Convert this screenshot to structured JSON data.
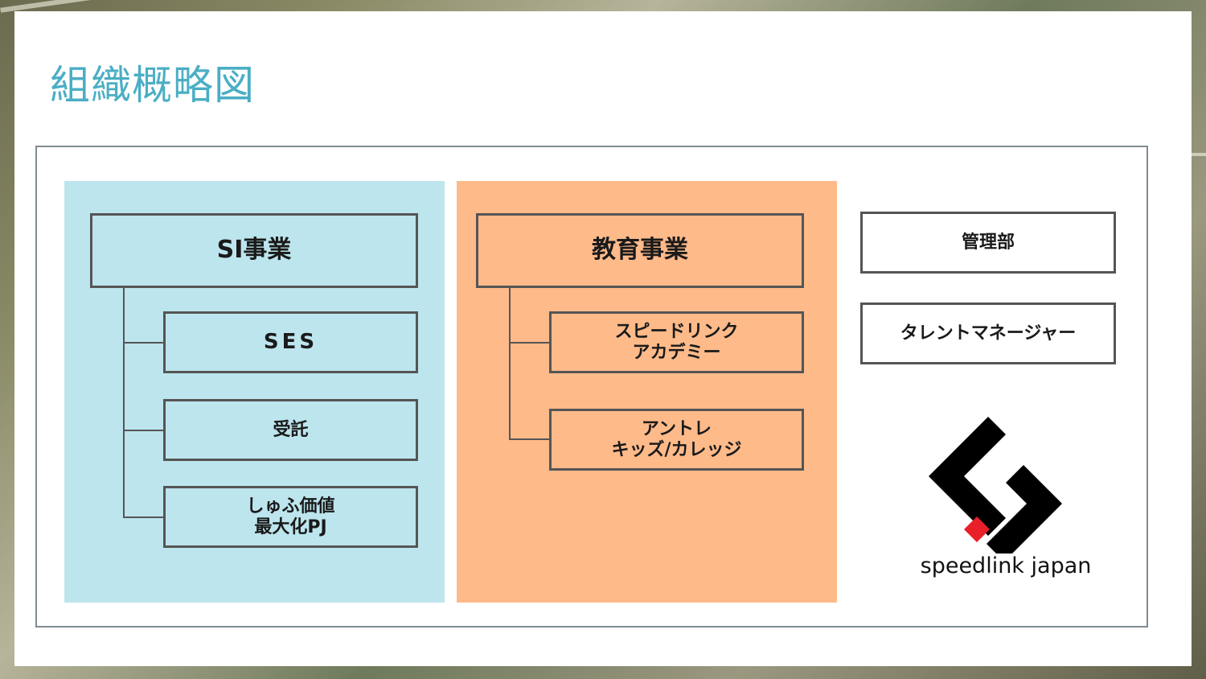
{
  "slide": {
    "title": "組織概略図"
  },
  "si_division": {
    "header": "SI事業",
    "items": [
      {
        "label": "SES"
      },
      {
        "label": "受託"
      },
      {
        "label": "しゅふ価値\n最大化PJ"
      }
    ]
  },
  "education_division": {
    "header": "教育事業",
    "items": [
      {
        "label": "スピードリンク\nアカデミー"
      },
      {
        "label": "アントレ\nキッズ/カレッジ"
      }
    ]
  },
  "side_units": [
    {
      "label": "管理部"
    },
    {
      "label": "タレントマネージャー"
    }
  ],
  "logo": {
    "text": "speedlink japan"
  },
  "colors": {
    "title": "#4aaec4",
    "si_panel": "#bde5ed",
    "education_panel": "#ffba8a",
    "border": "#555555",
    "logo_black": "#000000",
    "logo_red": "#e8202a"
  }
}
